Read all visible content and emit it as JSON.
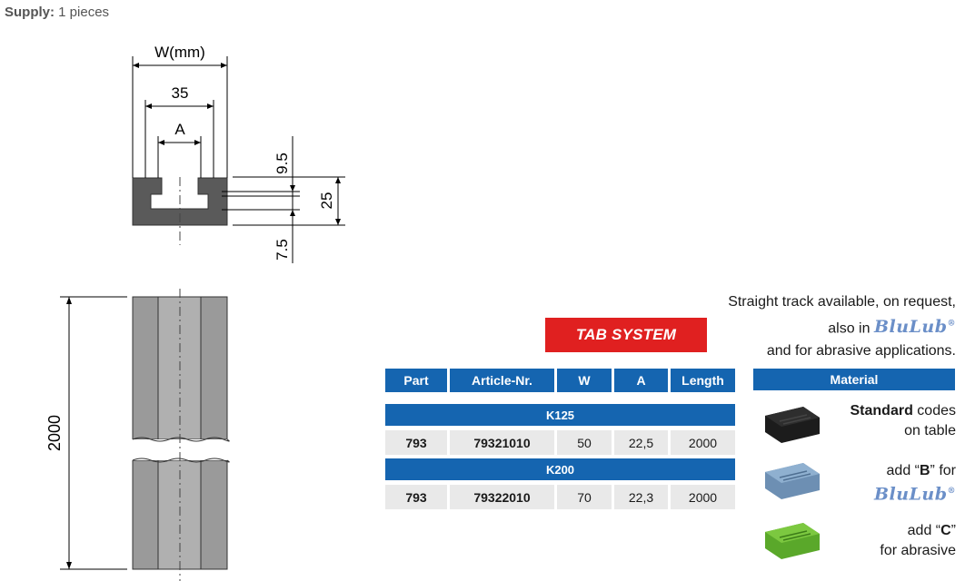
{
  "supply": {
    "label": "Supply:",
    "value": "1 pieces"
  },
  "drawing": {
    "w_label": "W(mm)",
    "dim_35": "35",
    "dim_a": "A",
    "dim_95": "9.5",
    "dim_25": "25",
    "dim_75": "7.5",
    "dim_2000": "2000"
  },
  "badge": "TAB SYSTEM",
  "note": {
    "line1": "Straight track available, on request,",
    "line2_prefix": "also in",
    "brand": "BluLub",
    "line3": "and for abrasive applications."
  },
  "table": {
    "headers": [
      "Part",
      "Article-Nr.",
      "W",
      "A",
      "Length"
    ],
    "groups": [
      {
        "name": "K125",
        "row": [
          "793",
          "79321010",
          "50",
          "22,5",
          "2000"
        ]
      },
      {
        "name": "K200",
        "row": [
          "793",
          "79322010",
          "70",
          "22,3",
          "2000"
        ]
      }
    ]
  },
  "material": {
    "header": "Material",
    "standard_bold": "Standard",
    "standard_rest": "codes",
    "standard_line2": "on table",
    "b_prefix": "add “",
    "b_code": "B",
    "b_suffix": "” for",
    "c_prefix": "add “",
    "c_code": "C",
    "c_suffix": "”",
    "c_line2": "for abrasive"
  },
  "colors": {
    "header_blue": "#1565b0",
    "badge_red": "#e02020",
    "brand_blue": "#6b8fc8",
    "profile_gray": "#5a5a5a"
  }
}
